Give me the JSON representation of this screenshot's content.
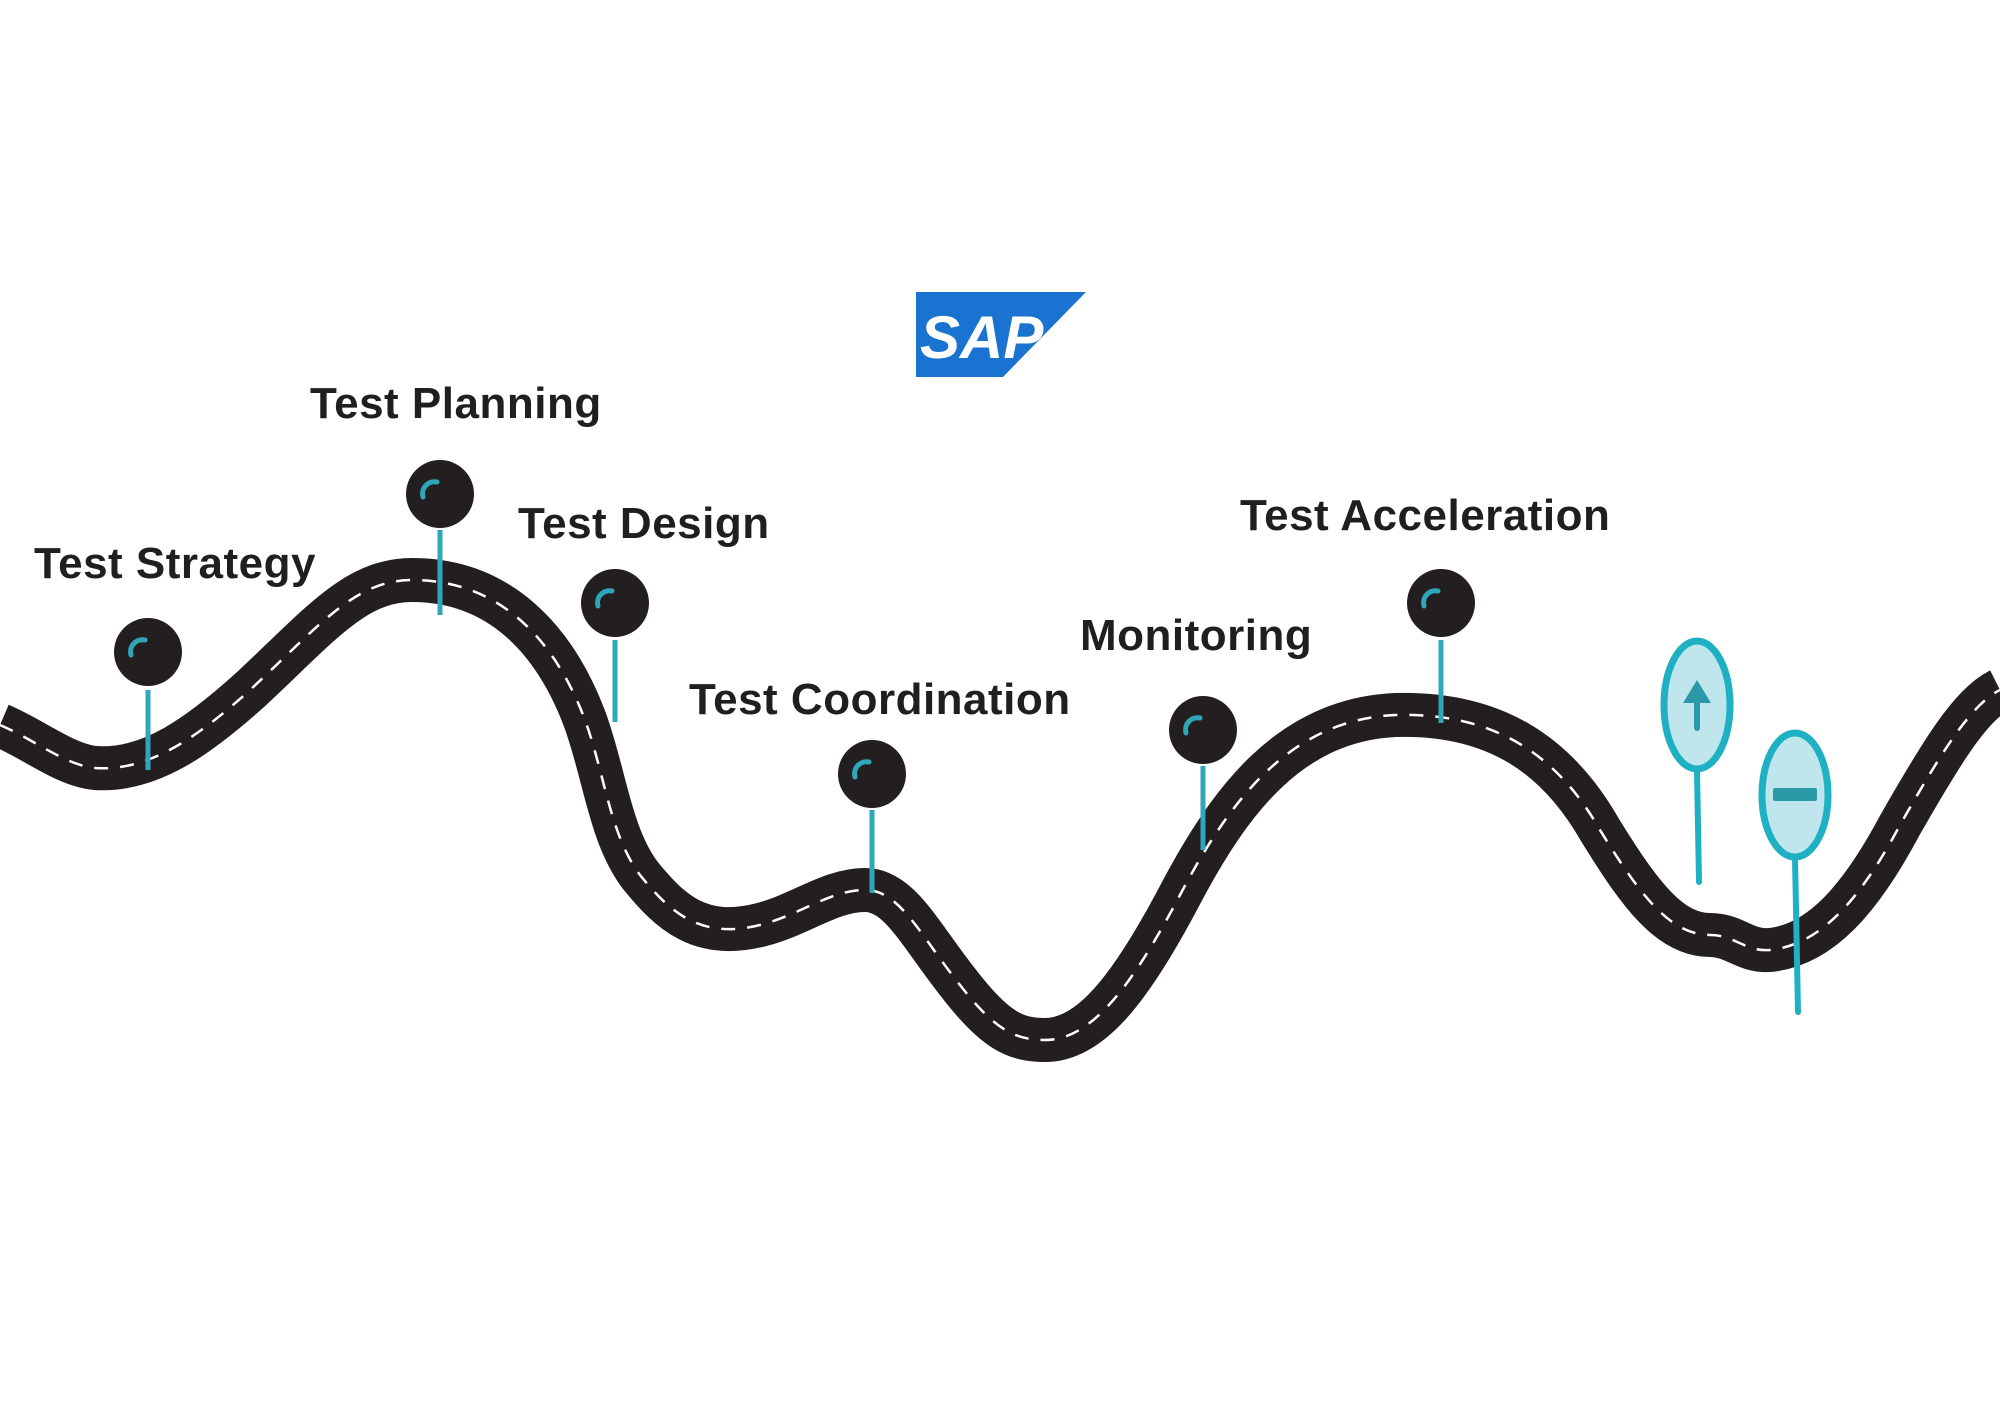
{
  "logo": {
    "text": "SAP",
    "color": "#1a73d1"
  },
  "milestones": [
    {
      "id": "test-strategy",
      "label": "Test Strategy"
    },
    {
      "id": "test-planning",
      "label": "Test Planning"
    },
    {
      "id": "test-design",
      "label": "Test Design"
    },
    {
      "id": "test-coordination",
      "label": "Test Coordination"
    },
    {
      "id": "monitoring",
      "label": "Monitoring"
    },
    {
      "id": "test-acceleration",
      "label": "Test Acceleration"
    }
  ],
  "road_signs": [
    {
      "id": "arrow-up-sign",
      "icon": "arrow-up-icon"
    },
    {
      "id": "minus-sign",
      "icon": "minus-icon"
    }
  ],
  "colors": {
    "road": "#231f20",
    "road_dash": "#ffffff",
    "accent": "#2fa7b8",
    "sign_fill": "#bfe6ec",
    "sign_stroke": "#1fb0c3",
    "label": "#1f1f1f"
  }
}
